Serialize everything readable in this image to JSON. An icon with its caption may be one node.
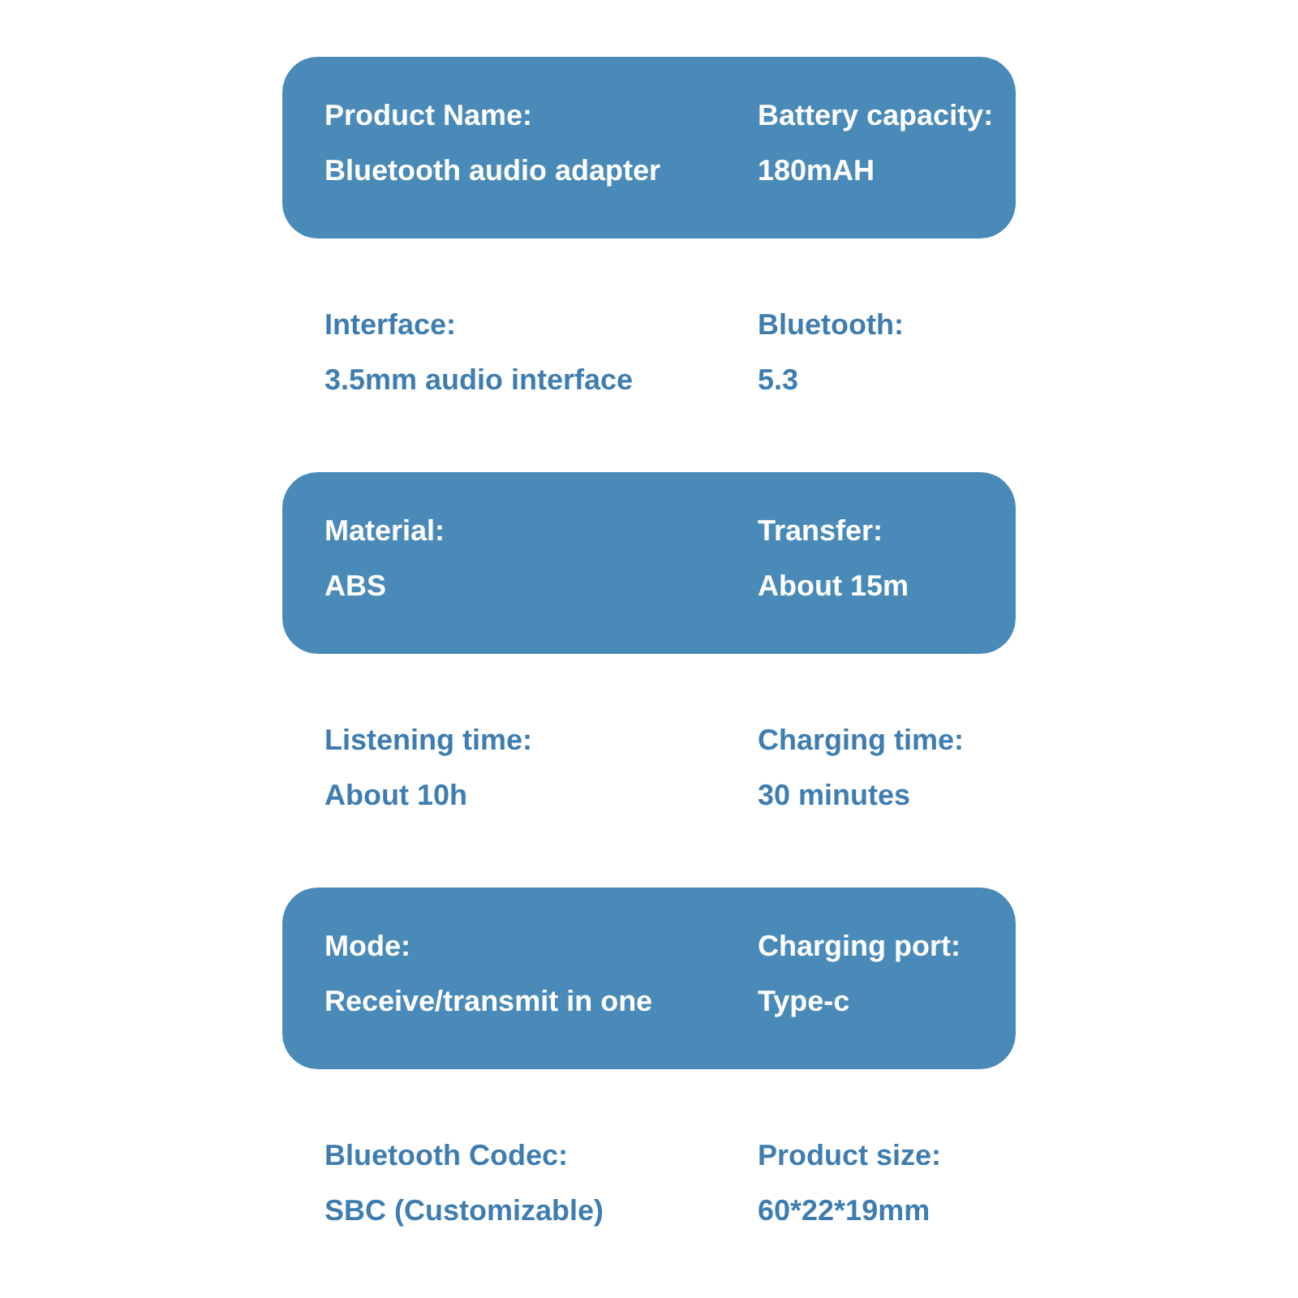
{
  "diagram": {
    "nodes": [
      {
        "text": [
          "Product Name:",
          "Battery capacity:",
          "Bluetooth audio adapter",
          "180mAH"
        ]
      },
      {
        "text": [
          "Material:",
          "Transfer:",
          "ABS",
          "About 15m"
        ]
      },
      {
        "text": [
          "Mode:",
          "Charging port:",
          "Receive/transmit in one",
          "Type-c"
        ]
      }
    ],
    "labels": [
      "Interface:",
      "Bluetooth:",
      "3.5mm audio interface",
      "5.3",
      "Listening time:",
      "Charging time:",
      "About 10h",
      "30 minutes",
      "Bluetooth Codec:",
      "Product size:",
      "SBC (Customizable)",
      "60*22*19mm"
    ]
  }
}
